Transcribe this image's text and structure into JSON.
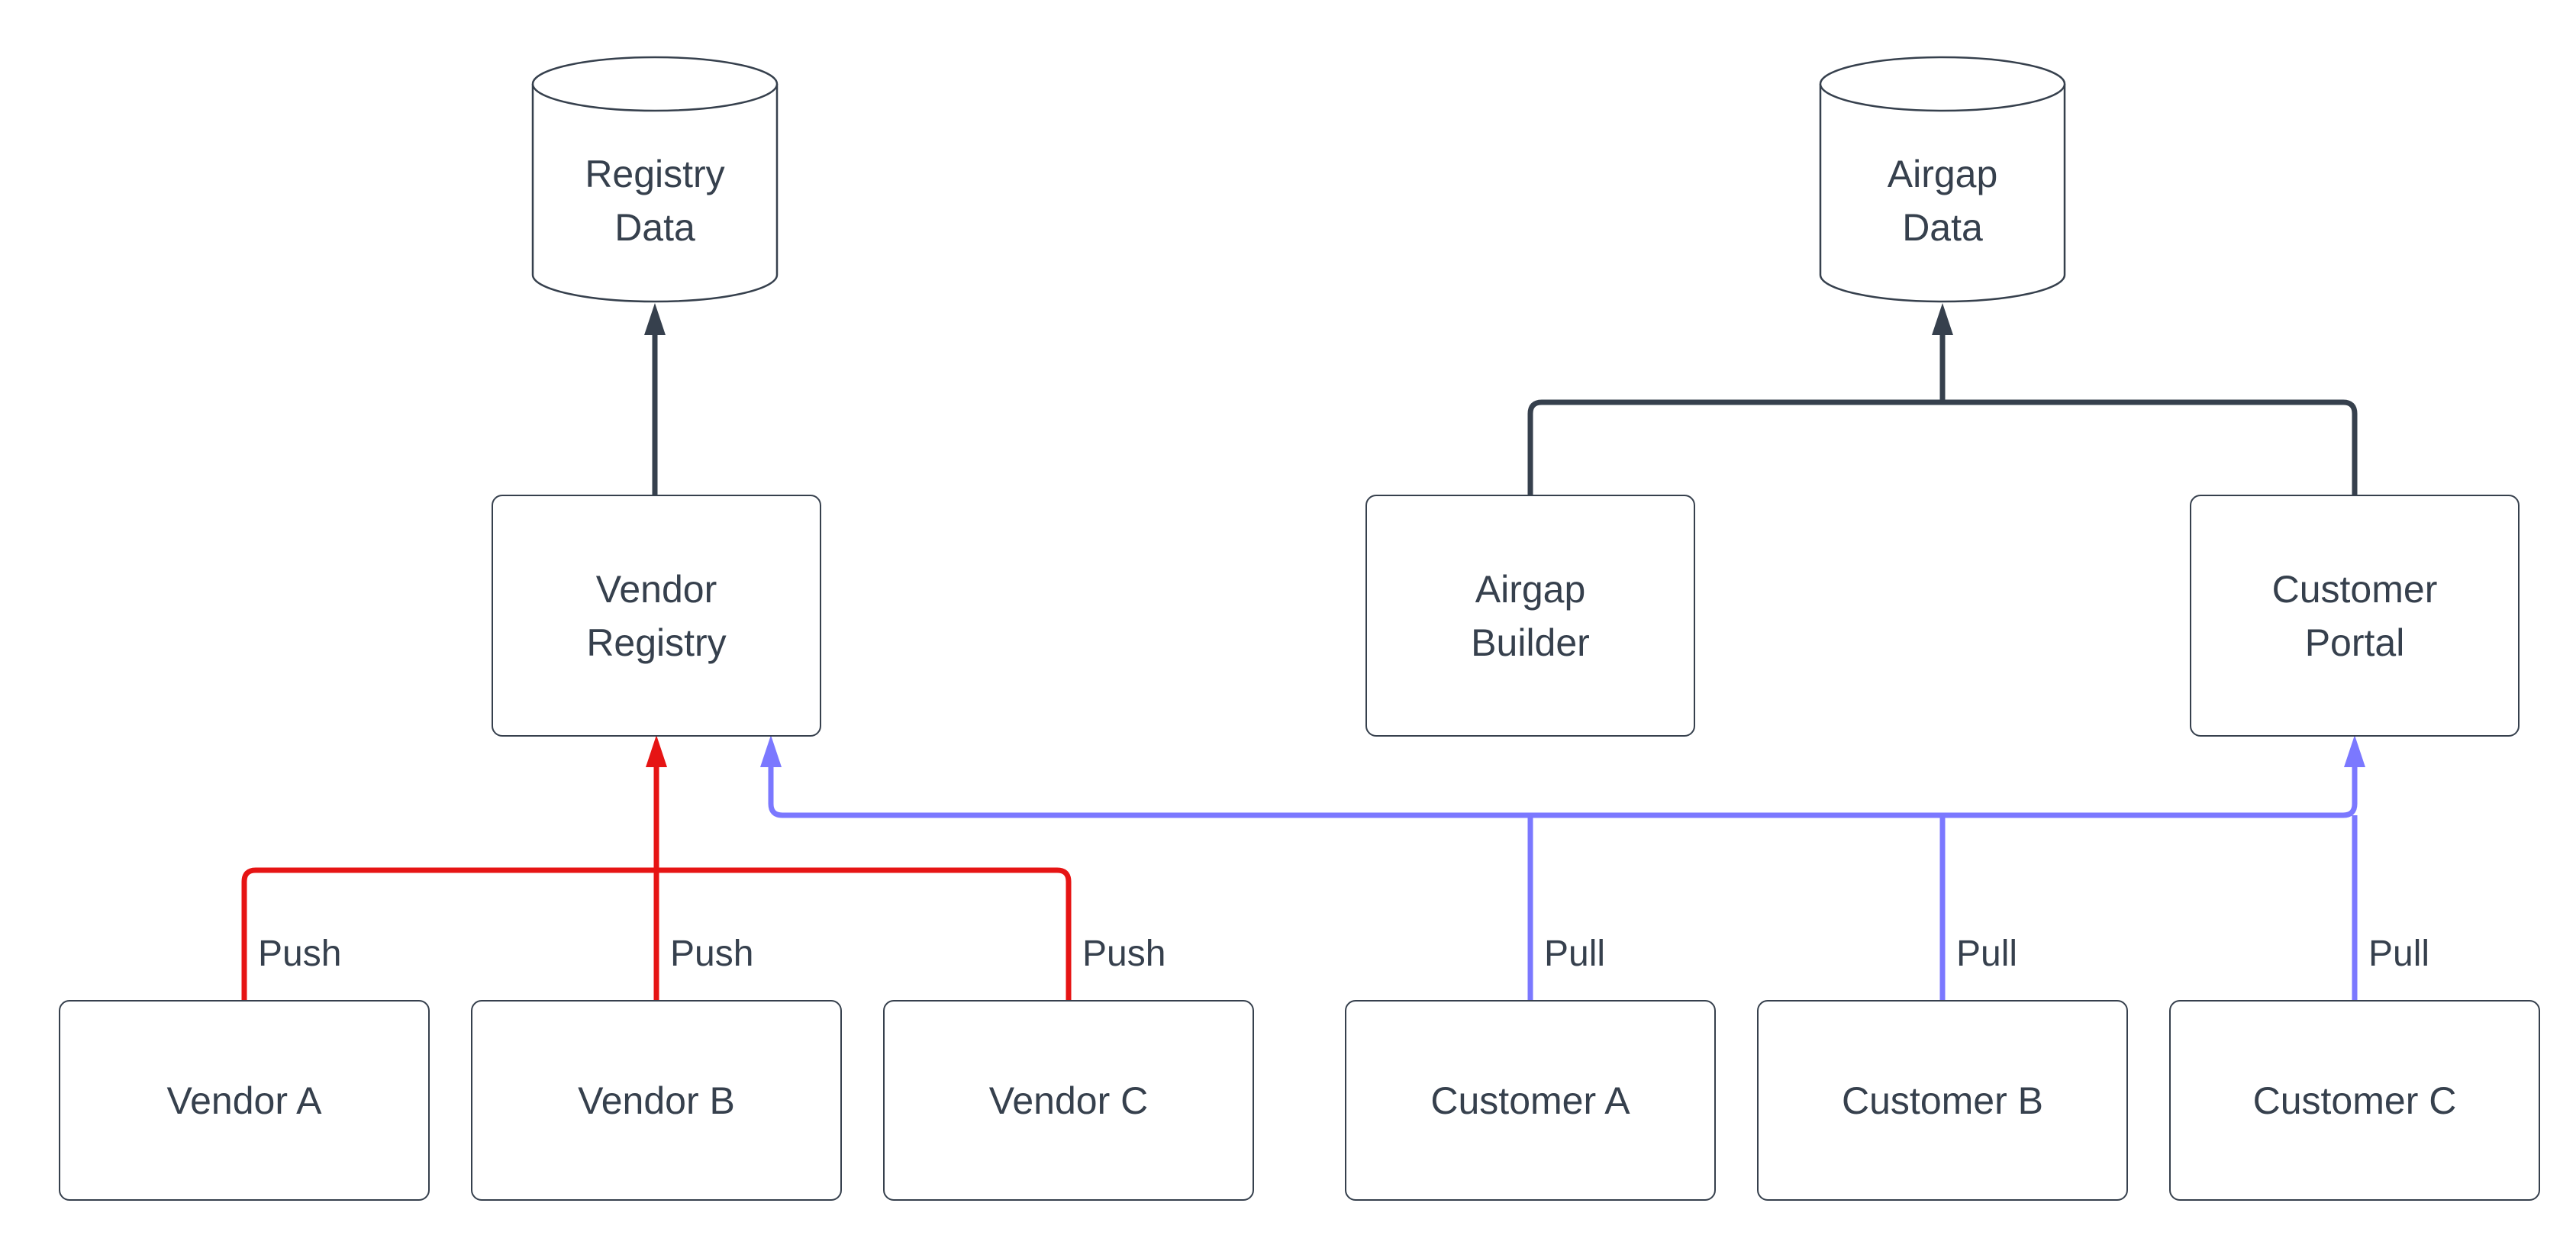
{
  "colors": {
    "outline_dark": "#36404D",
    "push_red": "#E61414",
    "pull_blue": "#7B78FF",
    "node_fill": "#FFFFFF",
    "background": "#FFFFFF"
  },
  "nodes": {
    "registry_data": {
      "line1": "Registry",
      "line2": "Data",
      "shape": "cylinder"
    },
    "airgap_data": {
      "line1": "Airgap",
      "line2": "Data",
      "shape": "cylinder"
    },
    "vendor_registry": {
      "line1": "Vendor",
      "line2": "Registry",
      "shape": "rounded-box"
    },
    "airgap_builder": {
      "line1": "Airgap",
      "line2": "Builder",
      "shape": "rounded-box"
    },
    "customer_portal": {
      "line1": "Customer",
      "line2": "Portal",
      "shape": "rounded-box"
    },
    "vendor_a": {
      "label": "Vendor A",
      "shape": "rounded-box"
    },
    "vendor_b": {
      "label": "Vendor B",
      "shape": "rounded-box"
    },
    "vendor_c": {
      "label": "Vendor C",
      "shape": "rounded-box"
    },
    "customer_a": {
      "label": "Customer A",
      "shape": "rounded-box"
    },
    "customer_b": {
      "label": "Customer B",
      "shape": "rounded-box"
    },
    "customer_c": {
      "label": "Customer C",
      "shape": "rounded-box"
    }
  },
  "edges": {
    "push_label": "Push",
    "pull_label": "Pull",
    "push_edges": [
      "Vendor A -> Vendor Registry",
      "Vendor B -> Vendor Registry",
      "Vendor C -> Vendor Registry"
    ],
    "pull_edges": [
      "Customer A -> Vendor Registry",
      "Customer B -> Vendor Registry",
      "Customer C -> Customer Portal"
    ],
    "dark_edges": [
      "Vendor Registry -> Registry Data",
      "Airgap Builder -> Airgap Data",
      "Customer Portal -> Airgap Data"
    ]
  }
}
